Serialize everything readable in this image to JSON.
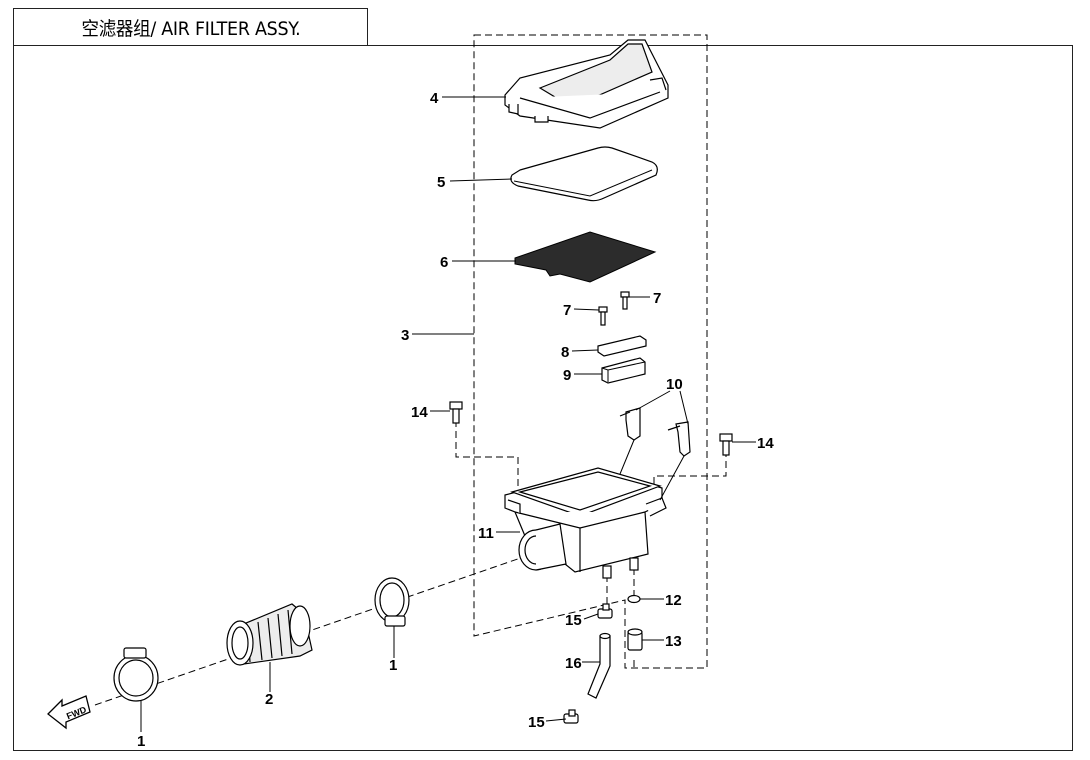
{
  "title": "空滤器组/ AIR FILTER ASSY.",
  "fwd_label": "FWD",
  "callouts": [
    {
      "id": "c4",
      "text": "4"
    },
    {
      "id": "c5",
      "text": "5"
    },
    {
      "id": "c6",
      "text": "6"
    },
    {
      "id": "c7a",
      "text": "7"
    },
    {
      "id": "c7b",
      "text": "7"
    },
    {
      "id": "c3",
      "text": "3"
    },
    {
      "id": "c8",
      "text": "8"
    },
    {
      "id": "c9",
      "text": "9"
    },
    {
      "id": "c10",
      "text": "10"
    },
    {
      "id": "c14a",
      "text": "14"
    },
    {
      "id": "c14b",
      "text": "14"
    },
    {
      "id": "c11",
      "text": "11"
    },
    {
      "id": "c12",
      "text": "12"
    },
    {
      "id": "c15a",
      "text": "15"
    },
    {
      "id": "c13",
      "text": "13"
    },
    {
      "id": "c16",
      "text": "16"
    },
    {
      "id": "c1a",
      "text": "1"
    },
    {
      "id": "c2",
      "text": "2"
    },
    {
      "id": "c1b",
      "text": "1"
    },
    {
      "id": "c15b",
      "text": "15"
    }
  ]
}
